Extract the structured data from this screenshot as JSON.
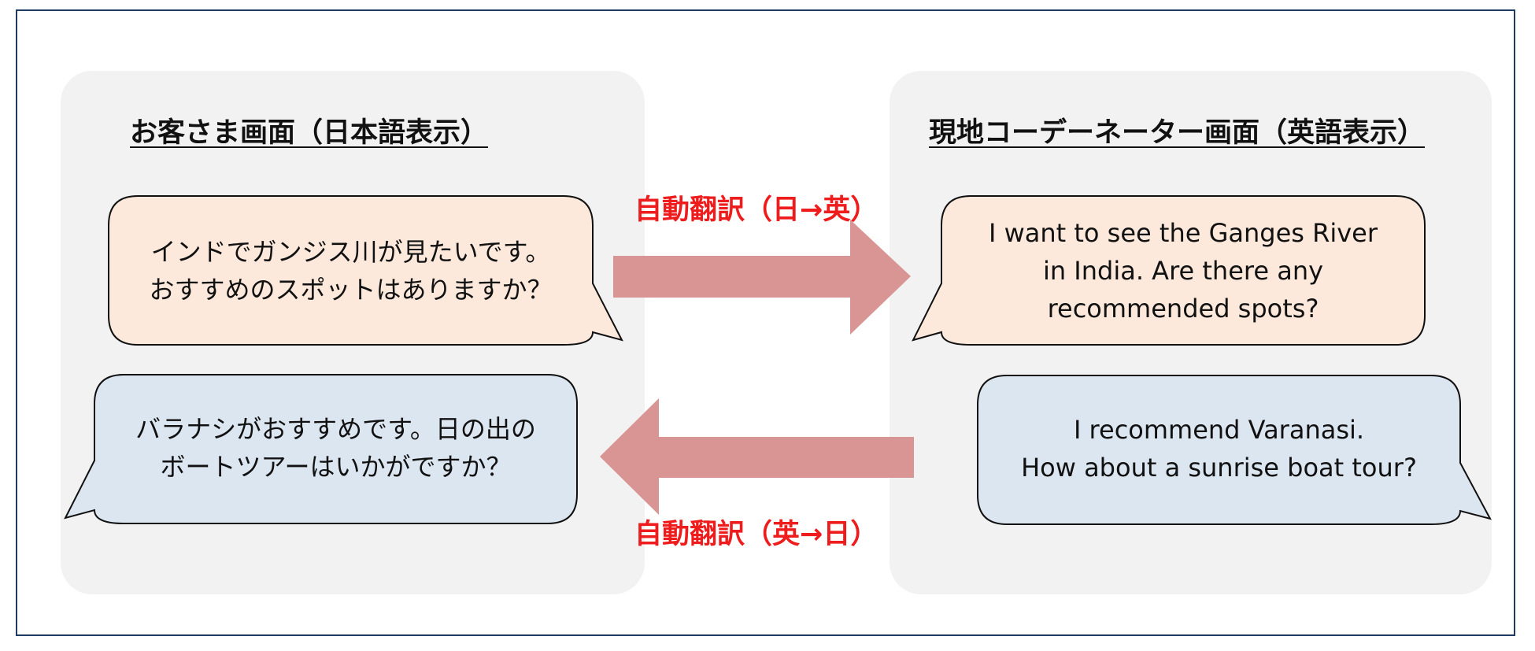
{
  "left_panel": {
    "title": "お客さま画面（日本語表示）",
    "bubble_top": [
      "インドでガンジス川が見たいです。",
      "おすすめのスポットはありますか？"
    ],
    "bubble_bottom": [
      "バラナシがおすすめです。日の出の",
      "ボートツアーはいかがですか？"
    ]
  },
  "right_panel": {
    "title": "現地コーデーネーター画面（英語表示）",
    "bubble_top": [
      "I want to see the Ganges River",
      "in India. Are there any",
      "recommended spots?"
    ],
    "bubble_bottom": [
      "I recommend Varanasi.",
      "How about a sunrise boat tour?"
    ]
  },
  "arrows": {
    "forward_label": "自動翻訳（日→英）",
    "backward_label": "自動翻訳（英→日）"
  },
  "colors": {
    "frame_border": "#1f3b63",
    "panel_bg": "#f2f2f2",
    "request_bubble": "#fce9dc",
    "reply_bubble": "#dce6f1",
    "arrow": "#d99594",
    "label": "#ee1c1c"
  }
}
